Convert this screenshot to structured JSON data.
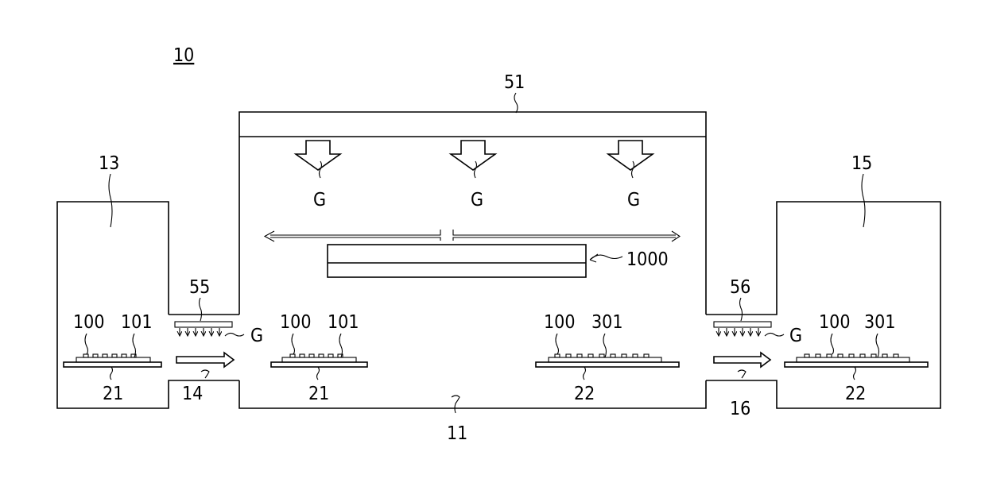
{
  "figure_label": "10",
  "labels": {
    "l51": "51",
    "l13": "13",
    "l15": "15",
    "l55": "55",
    "l56": "56",
    "l1000": "1000",
    "l14": "14",
    "l11": "11",
    "l16": "16",
    "g1": "G",
    "g2": "G",
    "g3": "G",
    "g_left": "G",
    "g_right": "G",
    "s1_100": "100",
    "s1_101": "101",
    "s1_21": "21",
    "s2_100": "100",
    "s2_101": "101",
    "s2_21": "21",
    "s3_100": "100",
    "s3_301": "301",
    "s3_22": "22",
    "s4_100": "100",
    "s4_301": "301",
    "s4_22": "22"
  }
}
